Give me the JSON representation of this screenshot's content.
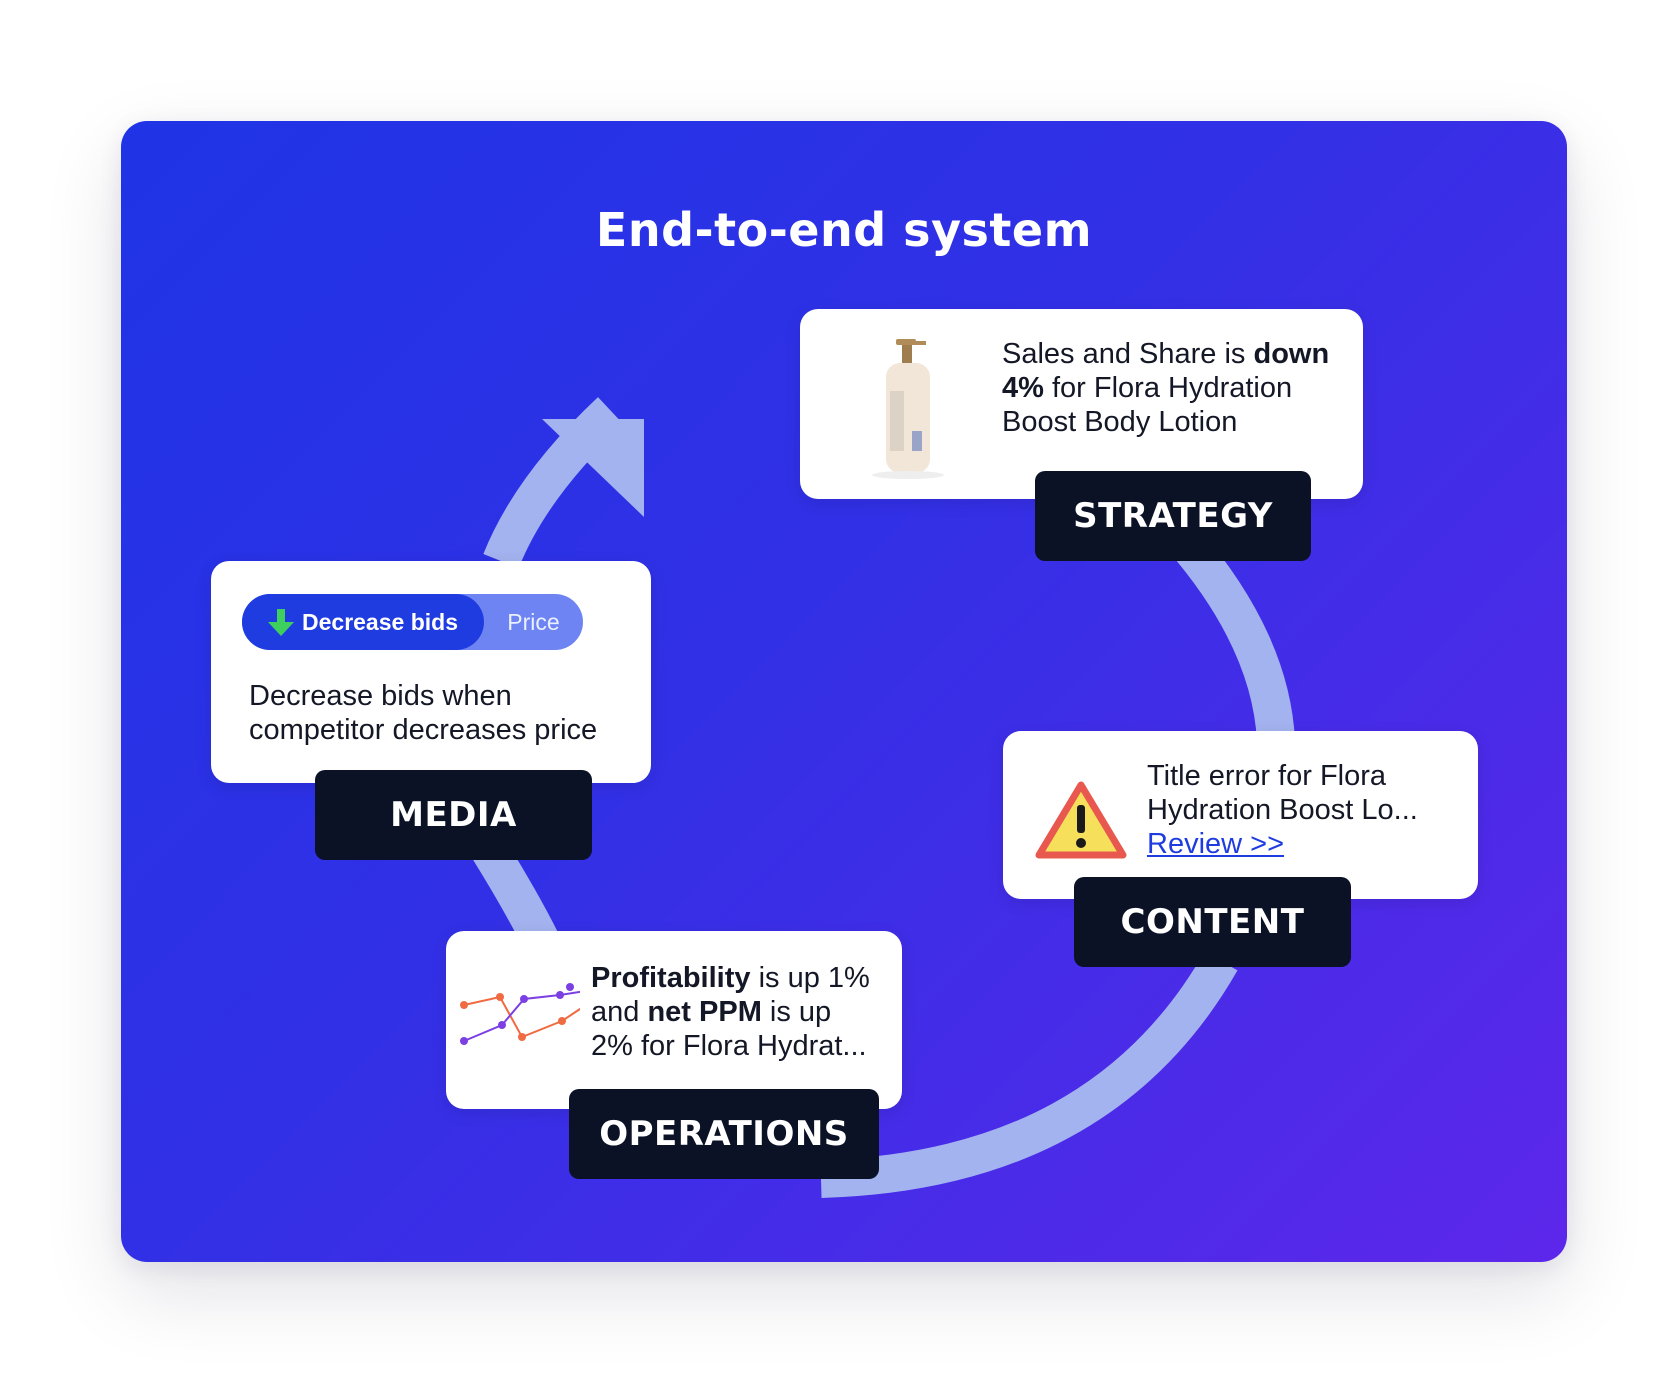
{
  "title": "End-to-end system",
  "colors": {
    "background_start": "#1f34e6",
    "background_end": "#5d27ea",
    "arc": "#a3b3ef",
    "label_bg": "#0b1226",
    "accent": "#1f3ce0",
    "arrow_green": "#3ecf5e",
    "warning": "#e8584f",
    "warning_fill": "#f6df5a"
  },
  "strategy": {
    "label": "STRATEGY",
    "text_pre": "Sales and Share is ",
    "text_bold": "down 4%",
    "text_post": " for Flora Hydration Boost Body Lotion",
    "image": "lotion-bottle-icon"
  },
  "content": {
    "label": "CONTENT",
    "text": "Title error for Flora Hydration Boost Lo...",
    "link": "Review >>",
    "icon": "warning-icon"
  },
  "operations": {
    "label": "OPERATIONS",
    "bold1": "Profitability",
    "text1": " is up 1% and ",
    "bold2": "net PPM",
    "text2": " is up 2% for Flora Hydrat...",
    "icon": "line-chart-icon"
  },
  "media": {
    "label": "MEDIA",
    "toggle_on": "Decrease bids",
    "toggle_off": "Price",
    "text": "Decrease bids when competitor decreases price",
    "icon": "arrow-down-icon"
  }
}
